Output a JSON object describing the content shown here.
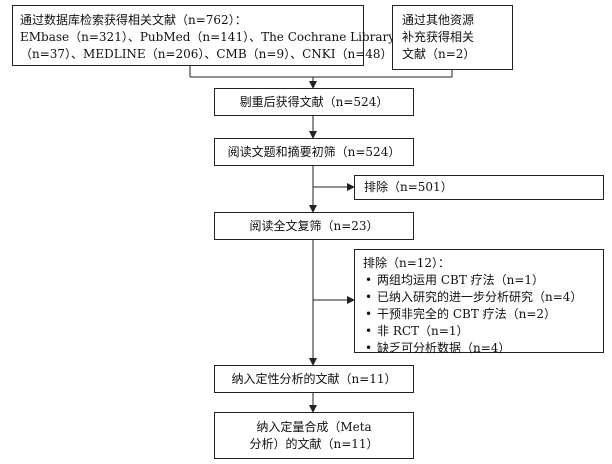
{
  "boxes": {
    "db_search": [
      "通过数据库检索获得相关文献（n=762）：",
      "EMbase（n=321）、PubMed（n=141）、The Cochrane Library",
      "（n=37）、MEDLINE（n=206）、CMB（n=9）、CNKI（n=48）"
    ],
    "other_sources": [
      "通过其他资源",
      "补充获得相关",
      "文献（n=2）"
    ],
    "dedup": "剔重后获得文献（n=524）",
    "title_abstract": "阅读文题和摘要初筛（n=524）",
    "exclude1": "排除（n=501）",
    "fulltext": "阅读全文复筛（n=23）",
    "exclude2": {
      "header": "排除（n=12）：",
      "items": [
        "两组均运用 CBT 疗法（n=1）",
        "已纳入研究的进一步分析研究（n=4）",
        "干预非完全的 CBT 疗法（n=2）",
        "非 RCT（n=1）",
        "缺乏可分析数据（n=4）"
      ]
    },
    "qualitative": "纳入定性分析的文献（n=11）",
    "quantitative": [
      "纳入定量合成（Meta",
      "分析）的文献（n=11）"
    ]
  }
}
